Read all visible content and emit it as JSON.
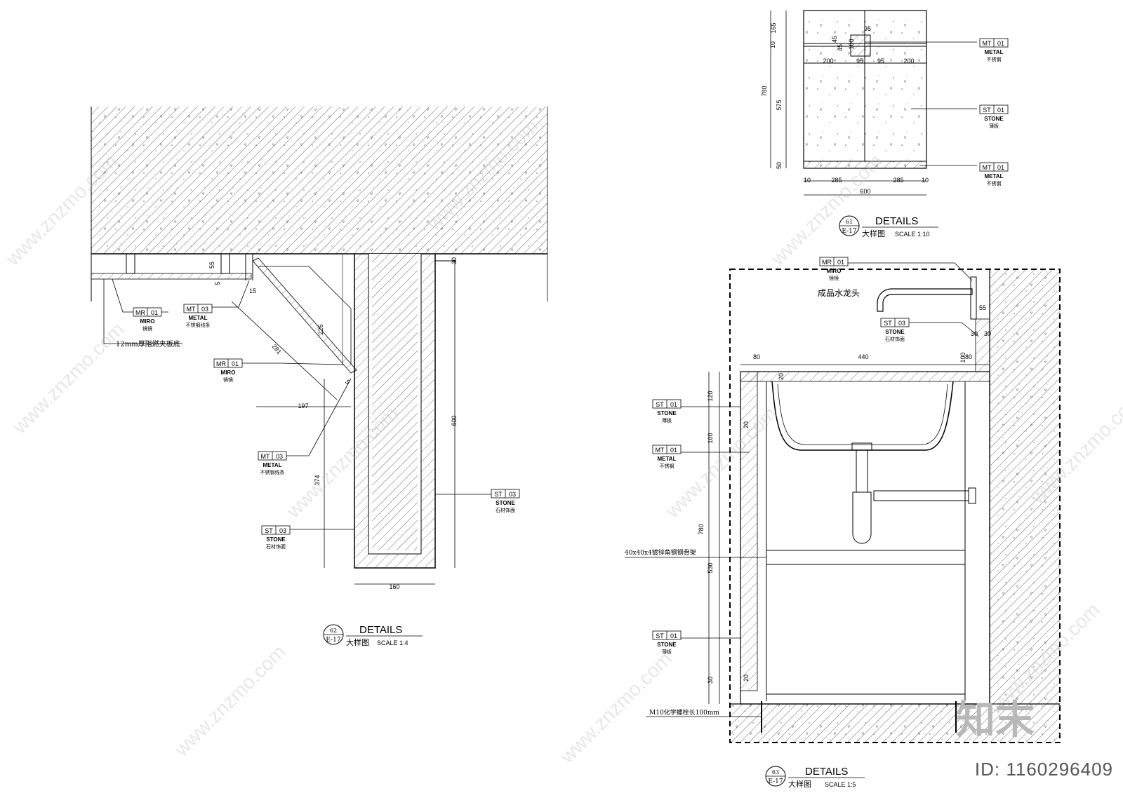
{
  "details": {
    "d61": {
      "circle_num": "61",
      "circle_sheet": "E-17",
      "title": "DETAILS",
      "subtitle": "大样图",
      "scale": "SCALE  1:10"
    },
    "d62": {
      "circle_num": "62",
      "circle_sheet": "E-17",
      "title": "DETAILS",
      "subtitle": "大样图",
      "scale": "SCALE  1:4"
    },
    "d63": {
      "circle_num": "63",
      "circle_sheet": "E-17",
      "title": "DETAILS",
      "subtitle": "大样图",
      "scale": "SCALE  1:5"
    }
  },
  "tags": {
    "mr01_a": {
      "code": "MR",
      "num": "01",
      "name": "MIRO",
      "desc": "镜镜"
    },
    "mt03_a": {
      "code": "MT",
      "num": "03",
      "name": "METAL",
      "desc": "不锈钢线条"
    },
    "mr01_b": {
      "code": "MR",
      "num": "01",
      "name": "MIRO",
      "desc": "镜镜"
    },
    "mt03_b": {
      "code": "MT",
      "num": "03",
      "name": "METAL",
      "desc": "不锈钢线条"
    },
    "st03_a": {
      "code": "ST",
      "num": "03",
      "name": "STONE",
      "desc": "石材饰面"
    },
    "st03_b": {
      "code": "ST",
      "num": "03",
      "name": "STONE",
      "desc": "石材饰面"
    },
    "mt01_top": {
      "code": "MT",
      "num": "01",
      "name": "METAL",
      "desc": "不锈钢"
    },
    "st01_top": {
      "code": "ST",
      "num": "01",
      "name": "STONE",
      "desc": "薄板"
    },
    "mt01_bot": {
      "code": "MT",
      "num": "01",
      "name": "METAL",
      "desc": "不锈钢"
    },
    "mr01_c": {
      "code": "MR",
      "num": "01",
      "name": "MIRO",
      "desc": "镜镜"
    },
    "st03_c": {
      "code": "ST",
      "num": "03",
      "name": "STONE",
      "desc": "石材饰面"
    },
    "st01_a": {
      "code": "ST",
      "num": "01",
      "name": "STONE",
      "desc": "薄板"
    },
    "mt01_c": {
      "code": "MT",
      "num": "01",
      "name": "METAL",
      "desc": "不锈钢"
    },
    "st01_b": {
      "code": "ST",
      "num": "01",
      "name": "STONE",
      "desc": "薄板"
    }
  },
  "notes": {
    "board": "12mm厚阻燃夹板底",
    "faucet": "成品水龙头",
    "frame": "40x40x4镀锌角钢钢骨架",
    "bolt": "M10化学螺栓长100mm"
  },
  "dims": {
    "d62": [
      "55",
      "5",
      "15",
      "226",
      "281",
      "197",
      "600",
      "374",
      "160",
      "5",
      "30"
    ],
    "d61": [
      "165",
      "10",
      "95",
      "45",
      "45",
      "100",
      "200",
      "95",
      "95",
      "200",
      "780",
      "575",
      "50",
      "10",
      "285",
      "285",
      "10",
      "600"
    ],
    "d63": [
      "55",
      "30",
      "30",
      "100",
      "80",
      "440",
      "80",
      "20",
      "120",
      "100",
      "20",
      "780",
      "530",
      "30",
      "20"
    ]
  },
  "watermark": {
    "site": "www.znzmo.com",
    "brand": "知末网",
    "logo": "知末",
    "id": "ID: 1160296409"
  }
}
